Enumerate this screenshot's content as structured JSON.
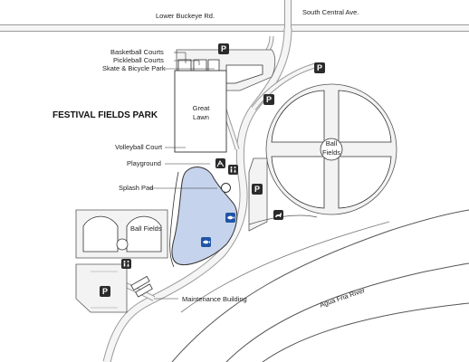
{
  "map": {
    "title": "FESTIVAL FIELDS PARK",
    "roads": {
      "lower_buckeye": "Lower Buckeye Rd.",
      "south_central": "South Central Ave."
    },
    "river": "Agua Fria River",
    "labels": {
      "basketball": "Basketball Courts",
      "pickleball": "Pickleball Courts",
      "skate": "Skate & Bicycle Park",
      "great_lawn_1": "Great",
      "great_lawn_2": "Lawn",
      "volleyball": "Volleyball Court",
      "playground": "Playground",
      "splash_pad": "Splash Pad",
      "ball_fields_east_1": "Ball",
      "ball_fields_east_2": "Fields",
      "ball_fields_west": "Ball Fields",
      "maintenance": "Maintenance Building"
    },
    "parking_label": "P",
    "icons": [
      "parking-icon",
      "restroom-icon",
      "playground-icon",
      "fishing-icon",
      "dog-park-icon",
      "splash-pad-icon"
    ],
    "colors": {
      "lake": "#c6d3ec",
      "blue_badge": "#1f55a6",
      "dark": "#2b2b2b",
      "area": "#f3f3f3",
      "road_casing": "#999999",
      "road_fill": "#f5f5f5"
    }
  }
}
